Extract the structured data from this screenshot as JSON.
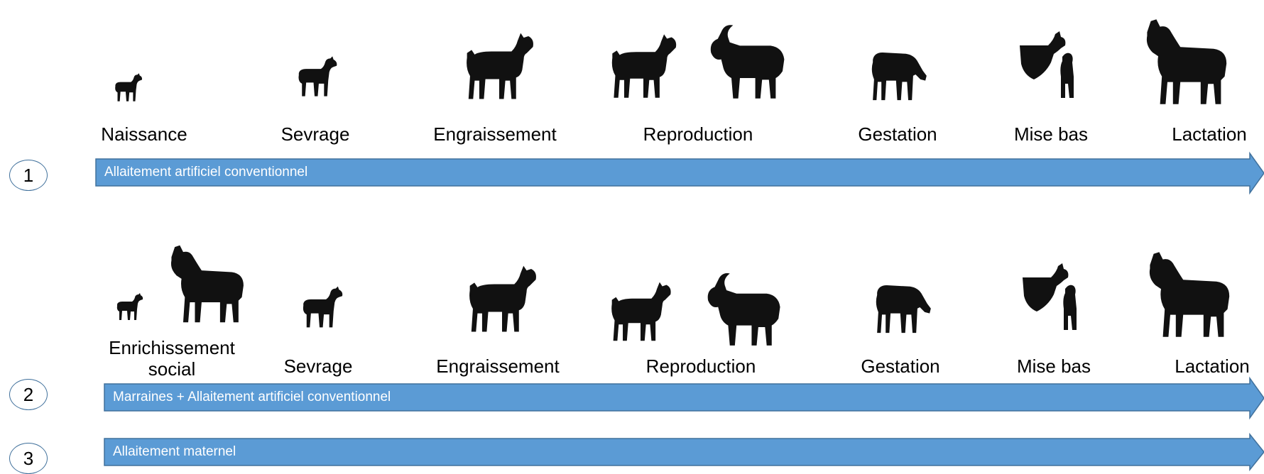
{
  "rows": [
    {
      "badge": "1",
      "arrow_label": "Allaitement artificiel conventionnel",
      "stages": [
        "Naissance",
        "Sevrage",
        "Engraissement",
        "Reproduction",
        "Gestation",
        "Mise bas",
        "Lactation"
      ]
    },
    {
      "badge": "2",
      "arrow_label": "Marraines + Allaitement artificiel conventionnel",
      "stages": [
        "Enrichissement social",
        "Sevrage",
        "Engraissement",
        "Reproduction",
        "Gestation",
        "Mise bas",
        "Lactation"
      ]
    },
    {
      "badge": "3",
      "arrow_label": "Allaitement maternel"
    }
  ],
  "colors": {
    "arrow_fill": "#5b9bd5",
    "arrow_stroke": "#41719c",
    "silhouette": "#111111"
  },
  "icons": [
    "kid-goat-icon",
    "goat-icon",
    "buck-goat-icon",
    "grazing-goat-icon",
    "nursing-goat-icon"
  ]
}
